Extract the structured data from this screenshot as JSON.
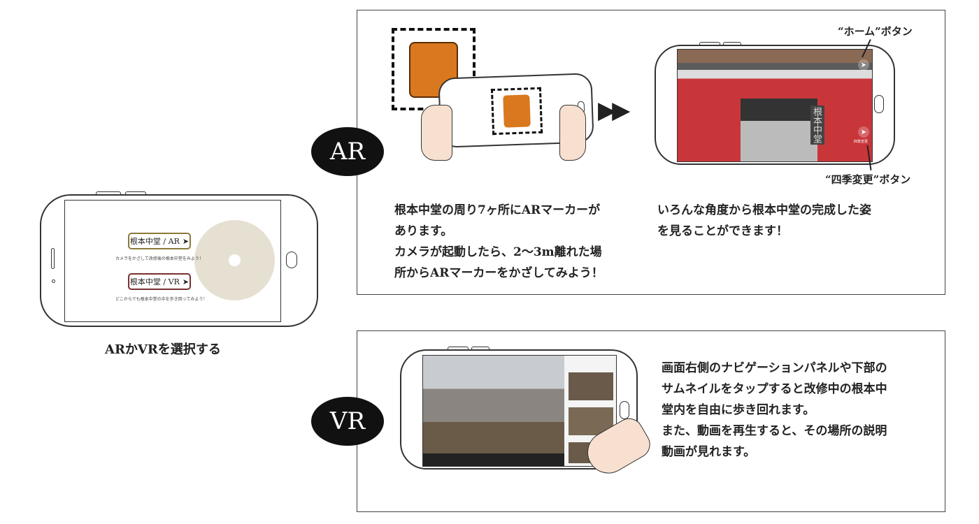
{
  "left": {
    "caption": "ARかVRを選択する",
    "ar_button": "根本中堂 / AR",
    "ar_hint": "カメラをかざして改修後の根本中堂をみよう！",
    "vr_button": "根本中堂 / VR",
    "vr_hint": "どこからでも根本中堂の中を歩き回ってみよう！",
    "arrow": "➤"
  },
  "ar": {
    "badge": "AR",
    "home_label": "“ホーム”ボタン",
    "season_label": "“四季変更”ボタン",
    "season_small": "四季変更",
    "sign": "根本中堂",
    "play": "▶▶",
    "text_left": [
      "根本中堂の周り7ヶ所にARマーカーが",
      "あります。",
      "カメラが起動したら、2〜3m離れた場",
      "所からARマーカーをかざしてみよう！"
    ],
    "text_right": [
      "いろんな角度から根本中堂の完成した姿",
      "を見ることができます！"
    ]
  },
  "vr": {
    "badge": "VR",
    "text": [
      "画面右側のナビゲーションパネルや下部の",
      "サムネイルをタップすると改修中の根本中",
      "堂内を自由に歩き回れます。",
      "また、動画を再生すると、その場所の説明",
      "動画が見れます。"
    ]
  },
  "colors": {
    "red": "#c8363a",
    "orange": "#d9781e",
    "cream": "#e6e0d3"
  }
}
